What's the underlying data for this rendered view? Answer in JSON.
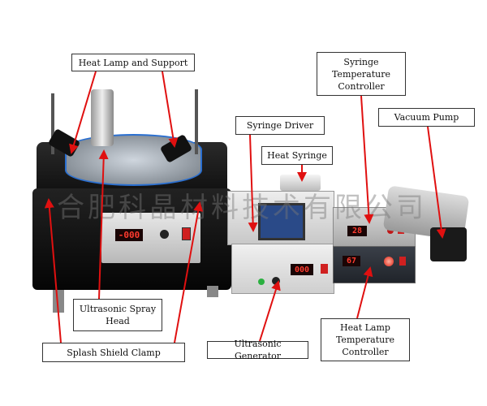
{
  "labels": {
    "heat_lamp_support": "Heat Lamp and Support",
    "syringe_temp_controller": "Syringe Temperature Controller",
    "syringe_driver": "Syringe Driver",
    "vacuum_pump": "Vacuum Pump",
    "heat_syringe": "Heat Syringe",
    "spray_head": "Ultrasonic Spray Head",
    "splash_shield_clamp": "Splash Shield Clamp",
    "ultrasonic_generator": "Ultrasonic Generator",
    "heat_lamp_temp_controller": "Heat Lamp Temperature Controller"
  },
  "readouts": {
    "spray_unit": "-000",
    "syringe_temp": "28",
    "generator_current": "000",
    "heat_lamp_temp": "67"
  },
  "watermark": "合肥科晶材料技术有限公司",
  "colors": {
    "arrow": "#e01010",
    "lcd": "#ff3b2f"
  }
}
